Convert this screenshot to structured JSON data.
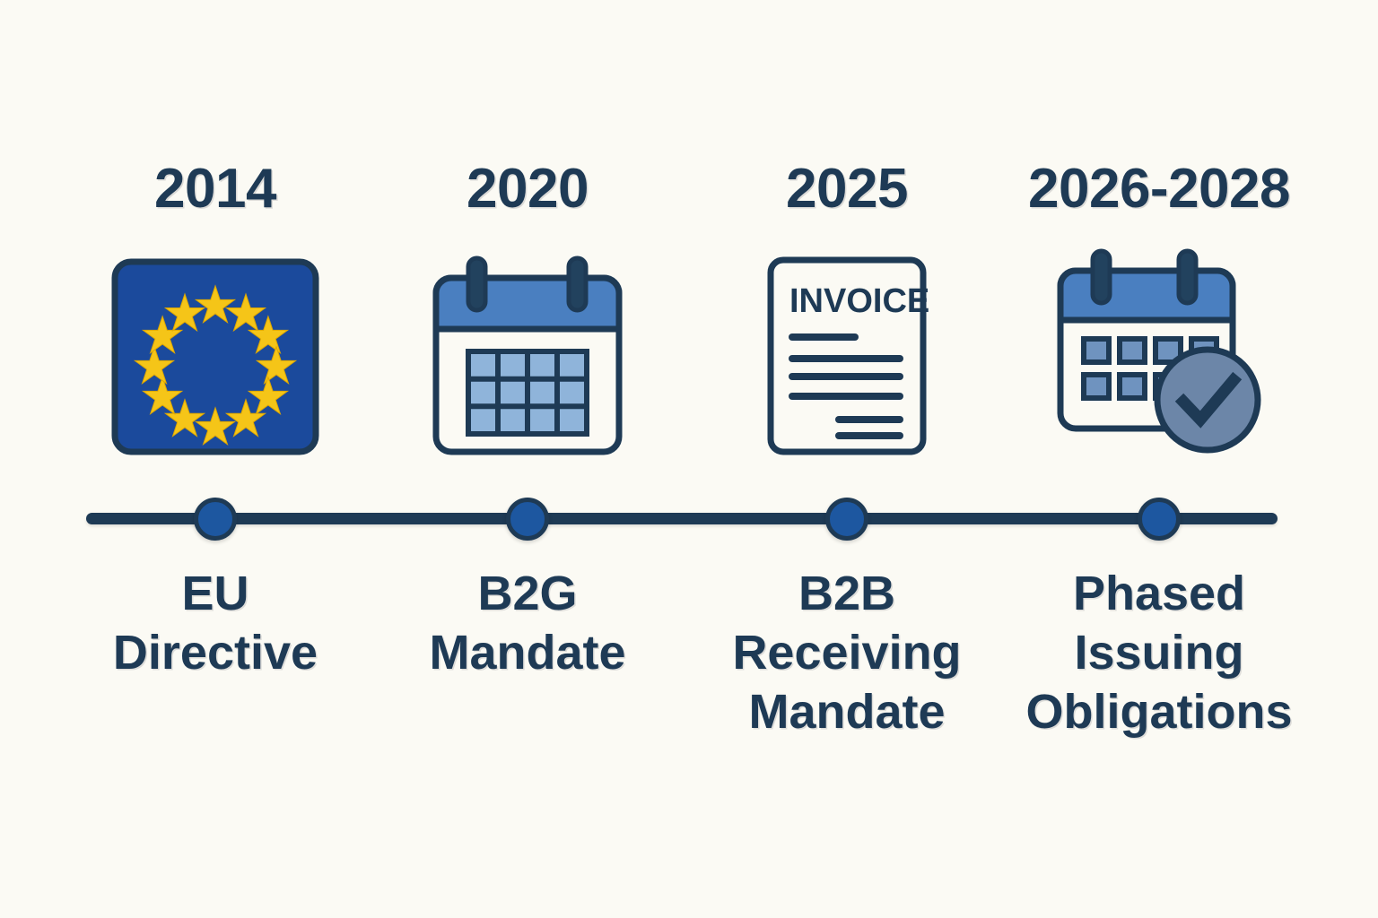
{
  "background_color": "#FBFAF4",
  "theme": {
    "navy": "#1E3A55",
    "flag_blue": "#1B4A9C",
    "star_gold": "#F5C518",
    "calendar_header_blue": "#4A7FC0",
    "calendar_cell_blue": "#8FB4DA",
    "dot_blue": "#1D57A0",
    "check_circle_blue": "#6C86A8",
    "paper_white": "#FBFAF4"
  },
  "timeline": {
    "milestones": [
      {
        "year": "2014",
        "label_lines": [
          "EU",
          "Directive"
        ],
        "icon": "eu-flag-icon",
        "icon_alt": "European Union flag with twelve gold stars"
      },
      {
        "year": "2020",
        "label_lines": [
          "B2G",
          "Mandate"
        ],
        "icon": "calendar-grid-icon",
        "icon_alt": "Calendar with month grid"
      },
      {
        "year": "2025",
        "label_lines": [
          "B2B",
          "Receiving",
          "Mandate"
        ],
        "icon": "invoice-document-icon",
        "icon_alt": "Invoice document with text lines",
        "document_heading": "INVOICE"
      },
      {
        "year": "2026-2028",
        "label_lines": [
          "Phased",
          "Issuing",
          "Obligations"
        ],
        "icon": "calendar-check-icon",
        "icon_alt": "Calendar with check mark badge"
      }
    ]
  }
}
